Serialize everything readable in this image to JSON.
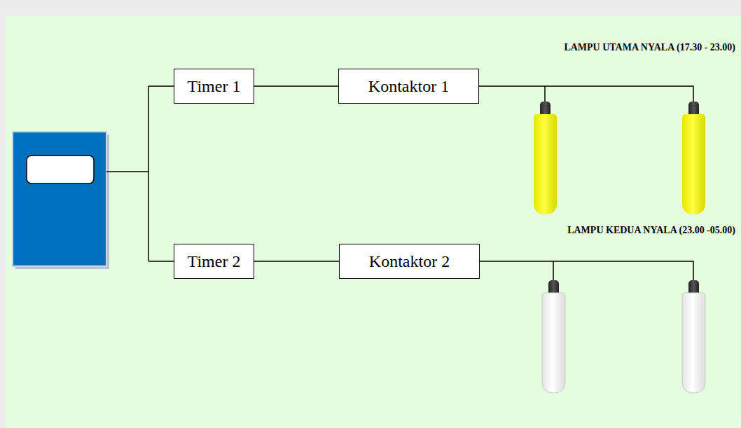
{
  "diagram": {
    "nodes": [
      {
        "text": [
          "Timer 1"
        ]
      },
      {
        "text": [
          "Kontaktor 1"
        ]
      },
      {
        "text": [
          "Timer 2"
        ]
      },
      {
        "text": [
          "Kontaktor 2"
        ]
      }
    ],
    "edges": [
      {
        "from": 0,
        "to": 1,
        "arrow": "none"
      },
      {
        "from": 2,
        "to": 3,
        "arrow": "none"
      }
    ],
    "labels": [
      "LAMPU UTAMA NYALA (17.30 - 23.00)",
      "LAMPU KEDUA NYALA (23.00 -05.00)"
    ]
  }
}
